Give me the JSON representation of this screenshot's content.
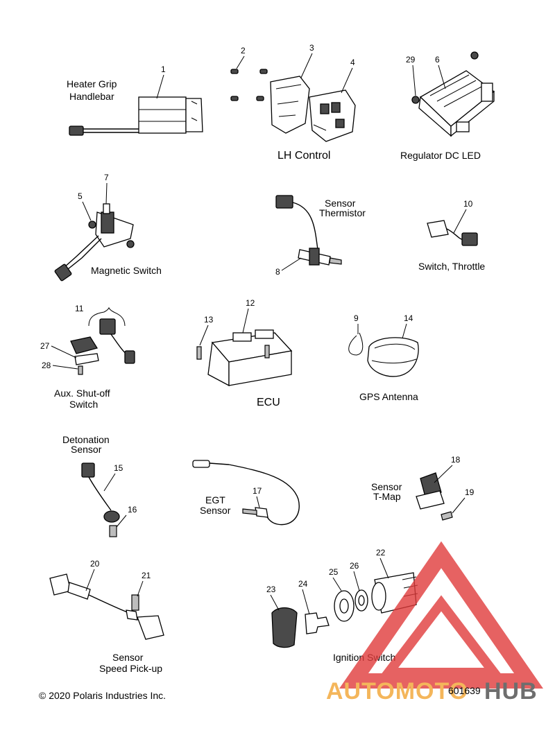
{
  "labels": {
    "heater_grip": "Heater Grip",
    "handlebar": "Handlebar",
    "lh_control": "LH Control",
    "regulator": "Regulator DC LED",
    "sensor_thermistor_1": "Sensor",
    "sensor_thermistor_2": "Thermistor",
    "switch_throttle": "Switch, Throttle",
    "magnetic_switch": "Magnetic Switch",
    "aux_shutoff_1": "Aux. Shut-off",
    "aux_shutoff_2": "Switch",
    "ecu": "ECU",
    "gps_antenna": "GPS Antenna",
    "detonation_1": "Detonation",
    "detonation_2": "Sensor",
    "egt_1": "EGT",
    "egt_2": "Sensor",
    "tmap_1": "Sensor",
    "tmap_2": "T-Map",
    "speed_1": "Sensor",
    "speed_2": "Speed Pick-up",
    "ignition": "Ignition Switch"
  },
  "callouts": [
    "1",
    "2",
    "3",
    "4",
    "29",
    "6",
    "7",
    "5",
    "8",
    "10",
    "11",
    "27",
    "28",
    "12",
    "13",
    "9",
    "14",
    "15",
    "16",
    "17",
    "18",
    "19",
    "20",
    "21",
    "23",
    "24",
    "25",
    "26",
    "22"
  ],
  "footer": {
    "copyright": "© 2020 Polaris Industries Inc.",
    "diagram_id": "601639"
  },
  "watermark": {
    "brand_left": "AUTOMOTO",
    "brand_right": "HUB",
    "color_red": "#e03b3b",
    "color_orange": "#f2a533",
    "color_grey": "#4a4a4a"
  }
}
